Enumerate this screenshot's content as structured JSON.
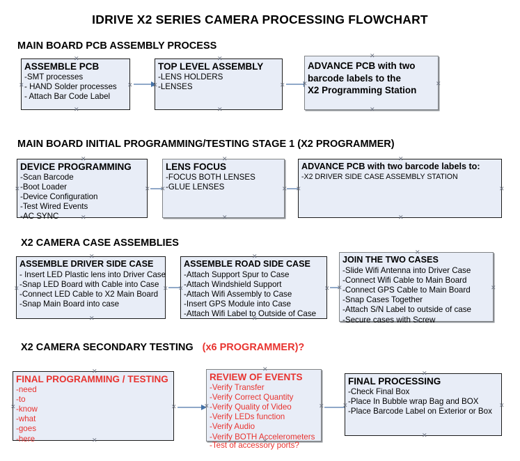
{
  "title": "IDRIVE X2  SERIES CAMERA PROCESSING FLOWCHART",
  "sections": [
    {
      "id": "s1",
      "label": "MAIN BOARD PCB ASSEMBLY PROCESS",
      "accent": ""
    },
    {
      "id": "s2",
      "label": "MAIN BOARD INITIAL PROGRAMMING/TESTING STAGE 1 (X2 PROGRAMMER)",
      "accent": ""
    },
    {
      "id": "s3",
      "label": "X2 CAMERA CASE ASSEMBLIES",
      "accent": ""
    },
    {
      "id": "s4",
      "label": "X2 CAMERA SECONDARY TESTING",
      "accent": "(x6 PROGRAMMER)?"
    }
  ],
  "nodes": {
    "assemble_pcb": {
      "header": "ASSEMBLE PCB",
      "lines": [
        " -SMT processes",
        "- HAND Solder processes",
        "- Attach Bar Code Label"
      ]
    },
    "top_level_assembly": {
      "header": "TOP LEVEL ASSEMBLY",
      "lines": [
        "-LENS HOLDERS",
        "-LENSES"
      ]
    },
    "advance_pcb_station": {
      "lines": [
        "ADVANCE PCB with two",
        "barcode labels to the",
        " X2 Programming Station"
      ]
    },
    "device_programming": {
      "header": "DEVICE PROGRAMMING",
      "lines": [
        "-Scan Barcode",
        "-Boot Loader",
        "-Device Configuration",
        "-Test Wired Events",
        "-AC SYNC"
      ]
    },
    "lens_focus": {
      "header": "LENS FOCUS",
      "lines": [
        "-FOCUS BOTH LENSES",
        "-GLUE LENSES"
      ]
    },
    "advance_pcb_driver": {
      "header": "ADVANCE PCB with two barcode labels to:",
      "lines": [
        "-X2 DRIVER  SIDE  CASE  ASSEMBLY STATION"
      ]
    },
    "driver_side_case": {
      "header": "ASSEMBLE DRIVER SIDE CASE",
      "lines": [
        "- Insert LED Plastic lens into Driver Case",
        "-Snap LED Board with Cable into Case",
        "-Connect LED Cable to X2 Main Board",
        "-Snap Main Board into case"
      ]
    },
    "road_side_case": {
      "header": "ASSEMBLE ROAD SIDE CASE",
      "lines": [
        "-Attach Support Spur to Case",
        "-Attach Windshield Support",
        "-Attach Wifi Assembly to Case",
        "-Insert GPS Module into Case",
        "-Attach Wifi Label to Outside of Case"
      ]
    },
    "join_two_cases": {
      "header": "JOIN THE TWO CASES",
      "lines": [
        "-Slide Wifi Antenna into Driver Case",
        "-Connect Wifi Cable to Main Board",
        "-Connect GPS Cable to Main Board",
        "-Snap Cases Together",
        "-Attach S/N Label to outside of case",
        "-Secure cases with Screw"
      ]
    },
    "final_programming": {
      "header": "FINAL PROGRAMMING / TESTING",
      "lines": [
        "-need",
        "-to",
        "-know",
        "-what",
        "-goes",
        "-here"
      ]
    },
    "review_of_events": {
      "header": "REVIEW OF EVENTS",
      "lines": [
        "-Verify Transfer",
        "-Verify Correct Quantity",
        "-Verify Quality of Video",
        "-Verify LEDs function",
        "-Verify Audio",
        "-Verify BOTH Accelerometers"
      ],
      "overflow": "-Test of accessory ports?"
    },
    "final_processing": {
      "header": "FINAL PROCESSING",
      "lines": [
        " -Check Final Box",
        "-Place In Bubble wrap Bag and BOX",
        "-Place Barcode Label on Exterior or Box"
      ]
    }
  },
  "colors": {
    "node_fill": "#e8edf7",
    "node_border_dark": "#1b1b1b",
    "node_border_gray": "#808386",
    "connector": "#8fa8c8",
    "arrow_head": "#4472a8",
    "accent_red": "#e8332f",
    "text": "#000000"
  }
}
